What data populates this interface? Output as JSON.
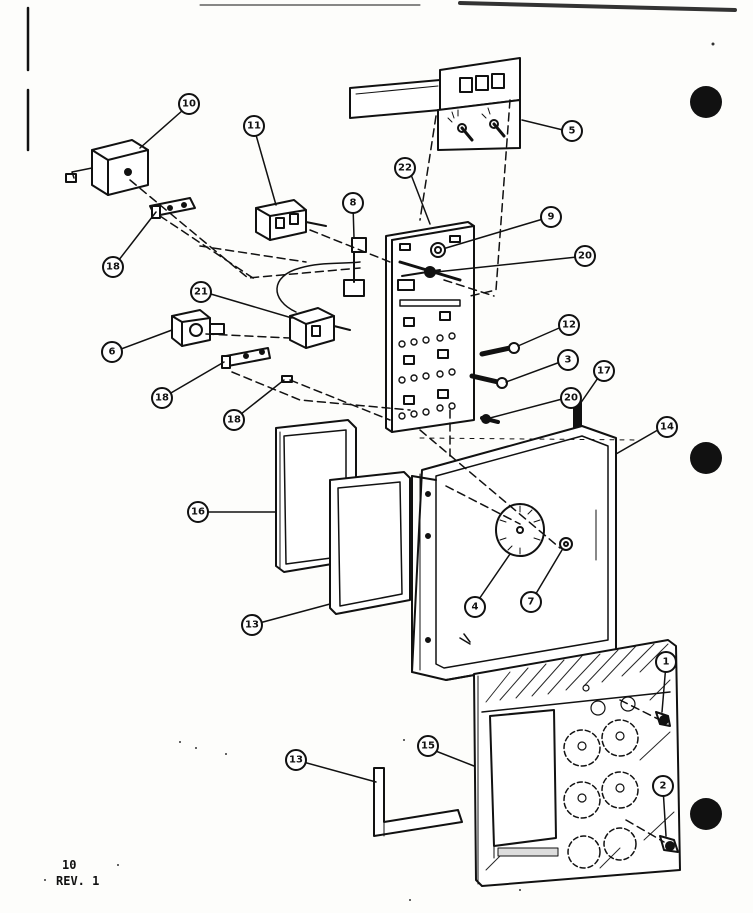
{
  "figure": {
    "page_number": "10",
    "revision": "REV. 1",
    "ink_color": "#111111",
    "paper_color": "#fdfdfb",
    "callouts": [
      {
        "id": "c10a",
        "text": "10"
      },
      {
        "id": "c11",
        "text": "11"
      },
      {
        "id": "c22",
        "text": "22"
      },
      {
        "id": "c5",
        "text": "5"
      },
      {
        "id": "c18a",
        "text": "18"
      },
      {
        "id": "c8",
        "text": "8"
      },
      {
        "id": "c9",
        "text": "9"
      },
      {
        "id": "c20a",
        "text": "20"
      },
      {
        "id": "c21",
        "text": "21"
      },
      {
        "id": "c6",
        "text": "6"
      },
      {
        "id": "c12",
        "text": "12"
      },
      {
        "id": "c3",
        "text": "3"
      },
      {
        "id": "c18b",
        "text": "18"
      },
      {
        "id": "c18c",
        "text": "18"
      },
      {
        "id": "c20b",
        "text": "20"
      },
      {
        "id": "c17",
        "text": "17"
      },
      {
        "id": "c14",
        "text": "14"
      },
      {
        "id": "c16",
        "text": "16"
      },
      {
        "id": "c4",
        "text": "4"
      },
      {
        "id": "c7a",
        "text": "7"
      },
      {
        "id": "c13a",
        "text": "13"
      },
      {
        "id": "c1",
        "text": "1"
      },
      {
        "id": "c15",
        "text": "15"
      },
      {
        "id": "c13b",
        "text": "13"
      },
      {
        "id": "c2",
        "text": "2"
      }
    ]
  }
}
